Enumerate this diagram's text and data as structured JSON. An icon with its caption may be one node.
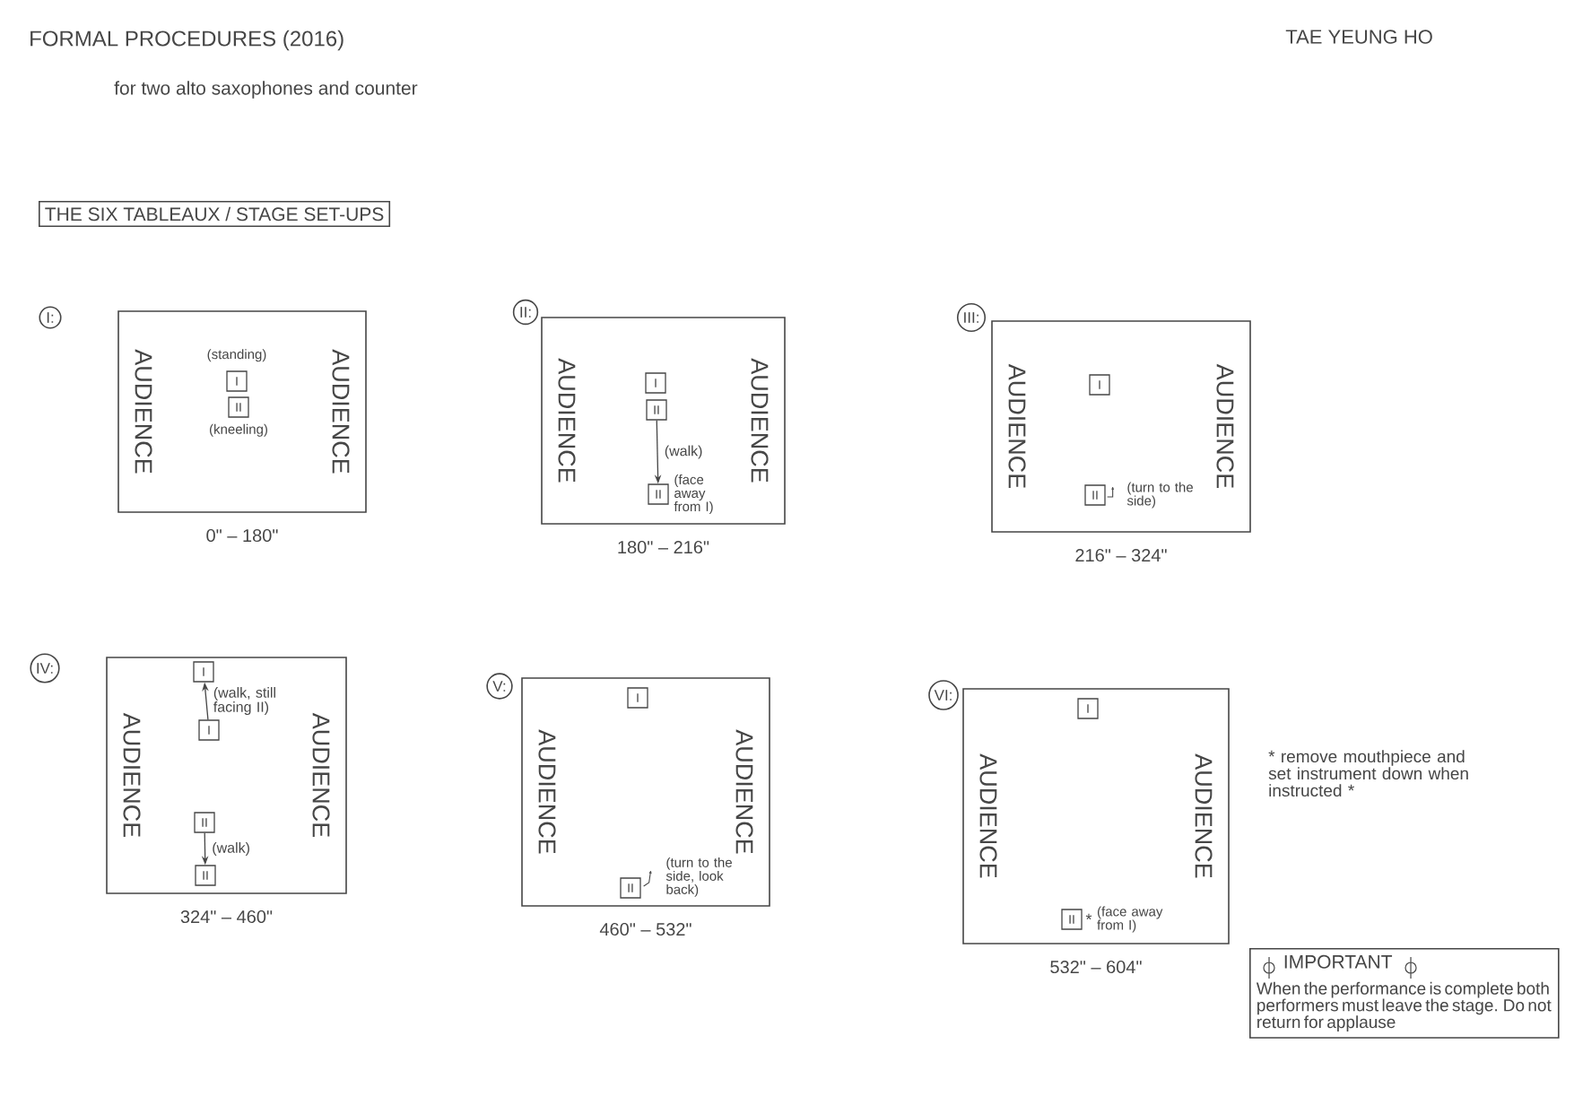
{
  "diagram": {
    "nodes": [
      {
        "text": [
          "THE SIX TABLEAUX / STAGE SET-UPS"
        ]
      },
      {
        "text": [
          "I:"
        ]
      },
      {
        "text": [
          "AUDIENCE",
          "AUDIENCE"
        ],
        "beside": [
          "0\" – 180\""
        ]
      },
      {
        "text": [
          "I"
        ],
        "in": 2,
        "beside": [
          "(standing)"
        ]
      },
      {
        "text": [
          "II"
        ],
        "in": 2,
        "beside": [
          "(kneeling)"
        ]
      },
      {
        "text": [
          "II:"
        ]
      },
      {
        "text": [
          "AUDIENCE",
          "AUDIENCE"
        ],
        "beside": [
          "180\" – 216\""
        ]
      },
      {
        "text": [
          "I"
        ],
        "in": 6
      },
      {
        "text": [
          "II"
        ],
        "in": 6
      },
      {
        "text": [
          "II"
        ],
        "in": 6,
        "beside": [
          "(face away from I)"
        ]
      },
      {
        "text": [
          "III:"
        ]
      },
      {
        "text": [
          "AUDIENCE",
          "AUDIENCE"
        ],
        "beside": [
          "216\" – 324\""
        ]
      },
      {
        "text": [
          "I"
        ],
        "in": 11
      },
      {
        "text": [
          "II"
        ],
        "in": 11,
        "beside": [
          "(turn to the side)"
        ]
      },
      {
        "text": [
          "IV:"
        ]
      },
      {
        "text": [
          "AUDIENCE",
          "AUDIENCE"
        ],
        "beside": [
          "324\" – 460\""
        ]
      },
      {
        "text": [
          "I"
        ],
        "in": 15
      },
      {
        "text": [
          "I"
        ],
        "in": 15
      },
      {
        "text": [
          "II"
        ],
        "in": 15
      },
      {
        "text": [
          "II"
        ],
        "in": 15
      },
      {
        "text": [
          "V:"
        ]
      },
      {
        "text": [
          "AUDIENCE",
          "AUDIENCE"
        ],
        "beside": [
          "460\" – 532\""
        ]
      },
      {
        "text": [
          "I"
        ],
        "in": 21
      },
      {
        "text": [
          "II"
        ],
        "in": 21,
        "beside": [
          "(turn to the side, look back)"
        ]
      },
      {
        "text": [
          "VI:"
        ]
      },
      {
        "text": [
          "AUDIENCE",
          "AUDIENCE"
        ],
        "beside": [
          "532\" – 604\""
        ]
      },
      {
        "text": [
          "I"
        ],
        "in": 25
      },
      {
        "text": [
          "II"
        ],
        "in": 25,
        "beside": [
          "*",
          "(face away from I)"
        ]
      },
      {
        "text": [
          "IMPORTANT",
          "When the performance is complete both performers must leave the stage. Do not return for applause"
        ]
      }
    ],
    "edges": [
      {
        "from": 8,
        "to": 9,
        "arrow": "to",
        "label": "(walk)"
      },
      {
        "from": 17,
        "to": 16,
        "arrow": "to",
        "label": "(walk, still facing II)"
      },
      {
        "from": 18,
        "to": 19,
        "arrow": "to",
        "label": "(walk)"
      }
    ],
    "labels": [
      "FORMAL PROCEDURES (2016)",
      "TAE YEUNG HO",
      "for two alto saxophones and counter",
      "* remove mouthpiece and set instrument down when instructed *"
    ]
  }
}
